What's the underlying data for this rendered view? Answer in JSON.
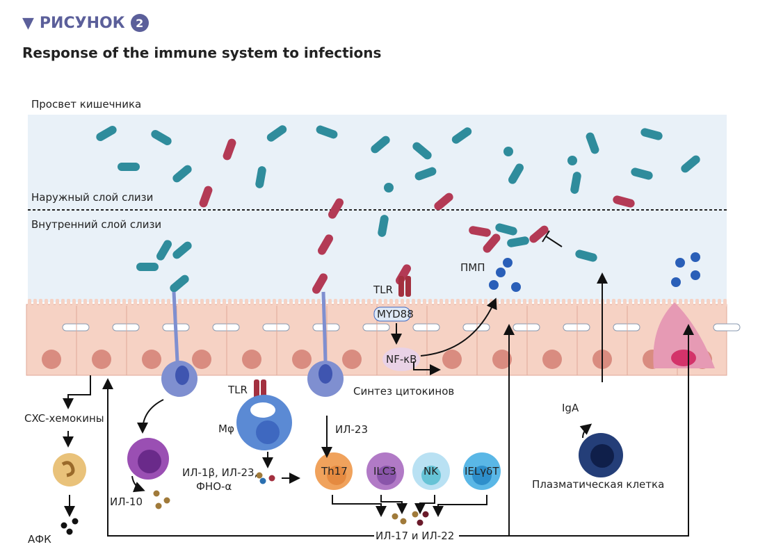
{
  "header": {
    "figure_label": "РИСУНОК",
    "figure_number": "2",
    "title": "Response of the immune system to infections"
  },
  "labels": {
    "lumen": "Просвет кишечника",
    "outer_mucus": "Наружный слой слизи",
    "inner_mucus": "Внутренний слой слизи",
    "tlr_epithelial": "TLR",
    "myd88": "MYD88",
    "nfkb": "NF-κB",
    "cytokine_synthesis": "Синтез цитокинов",
    "tlr_macrophage": "TLR",
    "macrophage": "Mφ",
    "cytokines_line1": "ИЛ-1β, ИЛ-23,",
    "cytokines_line2": "ФНО-α",
    "il10": "ИЛ-10",
    "cxc": "CXC-хемокины",
    "afk": "АФК",
    "il23": "ИЛ-23",
    "th17": "Th17",
    "ilc3": "ILC3",
    "nk": "NK",
    "iel": "IELγδT",
    "il17_22": "ИЛ-17 и ИЛ-22",
    "amp": "ПМП",
    "iga": "IgA",
    "plasma_cell": "Плазматическая клетка"
  },
  "colors": {
    "accent": "#5b5f9a",
    "lumen": "#e9f1f8",
    "bacteria_teal": "#2f8c9c",
    "bacteria_red": "#b33a55",
    "epithelium": "#f6d2c4",
    "nucleus": "#d98c80",
    "dendritic": "#7f8fd0"
  }
}
